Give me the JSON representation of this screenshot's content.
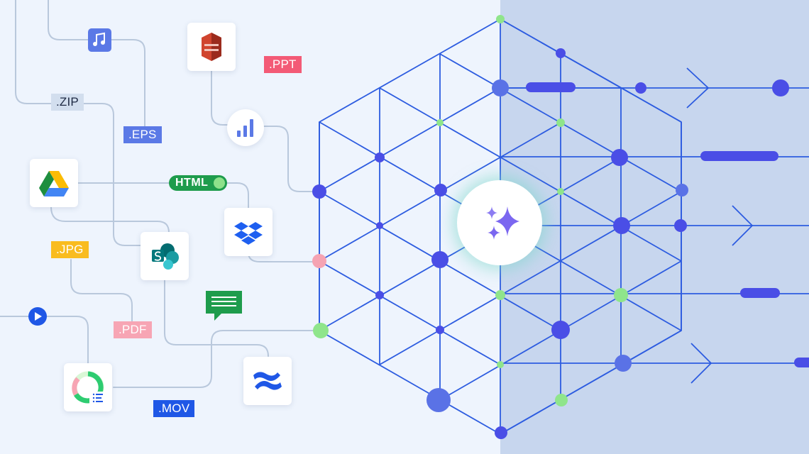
{
  "colors": {
    "panel_left": "#eef4fd",
    "panel_right": "#c7d6ee",
    "grid_line": "#2d5ce0",
    "node": "#4a4ee6",
    "node_green": "#8fe58b",
    "node_pink": "#f5a3b2",
    "connector": "#b9c8dc",
    "sparkle": "#7b67f0"
  },
  "file_tags": [
    {
      "id": "zip",
      "label": ".ZIP",
      "bg": "#d2deee",
      "fg": "#1f2a44"
    },
    {
      "id": "eps",
      "label": ".EPS",
      "bg": "#5b79e6",
      "fg": "#ffffff"
    },
    {
      "id": "ppt",
      "label": ".PPT",
      "bg": "#f35a76",
      "fg": "#ffffff"
    },
    {
      "id": "jpg",
      "label": ".JPG",
      "bg": "#f9bc1f",
      "fg": "#ffffff"
    },
    {
      "id": "pdf",
      "label": ".PDF",
      "bg": "#f7a5b4",
      "fg": "#ffffff"
    },
    {
      "id": "mov",
      "label": ".MOV",
      "bg": "#1f57e6",
      "fg": "#ffffff"
    }
  ],
  "html_tag": {
    "label": "HTML"
  },
  "source_icons": [
    "music-icon",
    "amazon-s3-icon",
    "bar-chart-icon",
    "google-drive-icon",
    "dropbox-icon",
    "sharepoint-icon",
    "chat-message-icon",
    "confluence-icon",
    "play-icon",
    "progress-dashboard-icon"
  ],
  "center_icon": "sparkles-icon"
}
